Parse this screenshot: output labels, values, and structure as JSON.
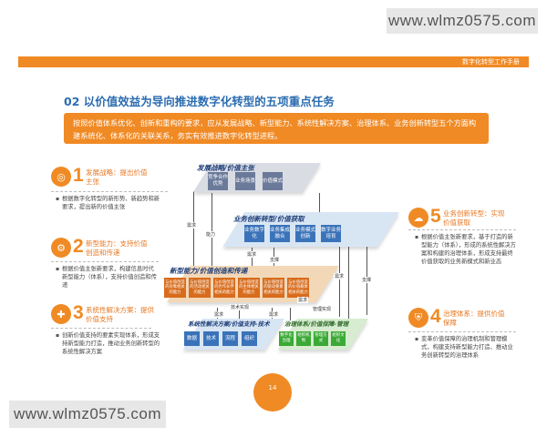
{
  "watermarks": {
    "top": "www.wlmz0575.com",
    "bottom": "www.wlmz0575.com"
  },
  "header": {
    "right_text": "数字化转型工作手册"
  },
  "section": {
    "title": "02 以价值效益为导向推进数字化转型的五项重点任务"
  },
  "intro": {
    "text": "按照价值体系优化、创新和重构的要求，应从发展战略、新型能力、系统性解决方案、治理体系、业务创新转型五个方面构建系统化、体系化的关联关系，务实有效推进数字化转型进程。"
  },
  "tasks": [
    {
      "num": "1",
      "title": "发展战略：提出价值主张",
      "desc": "根据数字化转型的新形势、新趋势和新要求，提出新的价值主张",
      "icon": "target-icon"
    },
    {
      "num": "2",
      "title": "新型能力：支持价值创造和传递",
      "desc": "根据价值主张新要求，构建信息时代新型能力（体系），支持价值创造和传递",
      "icon": "gear-icon"
    },
    {
      "num": "3",
      "title": "系统性解决方案：提供价值支持",
      "desc": "创新价值支持的要素实现体系，形成支持新型能力打造，推动业务创新转型的系统性解决方案",
      "icon": "puzzle-icon"
    },
    {
      "num": "5",
      "title": "业务创新转型：实现价值获取",
      "desc": "根据价值主张新要求，基于打造的新型能力（体系），形成的系统性解决方案和构建的治理体系，形成支持最终价值获取的业务新模式和新业态",
      "icon": "cloud-icon"
    },
    {
      "num": "4",
      "title": "治理体系：提供价值保障",
      "desc": "变革价值保障的治理机制和管理模式，构建支持新型能力打造、推动业务创新转型的治理体系",
      "icon": "shield-icon"
    }
  ],
  "diagram": {
    "strategy": {
      "title": "发展战略/价值主张",
      "boxes": [
        "竞争合作优势",
        "业务场景",
        "价值模式"
      ]
    },
    "business": {
      "title": "业务创新转型/价值获取",
      "boxes": [
        "业务数字化",
        "业务集成融合",
        "业务模式创新",
        "数字业务培育"
      ]
    },
    "capability": {
      "title": "新型能力/价值创造和传递",
      "boxes": [
        "与价值创造的对象相关的能力",
        "与价值创造的活动相关的能力",
        "与价值创造的合作伙伴相关的能力",
        "与价值创造的主体相关的能力",
        "与价值创造的驱动要素相关的能力",
        "与价值创造的价值载体相关的能力"
      ]
    },
    "solution": {
      "title": "系统性解决方案/价值支持-技术",
      "boxes": [
        "数据",
        "技术",
        "流程",
        "组织"
      ]
    },
    "governance": {
      "title": "治理体系/价值保障-管理",
      "boxes": [
        "数字化治理",
        "组织机制",
        "管理方式",
        "组织文化"
      ]
    },
    "labels": {
      "demand1": "需求",
      "ability": "能力",
      "demand2": "需求",
      "support1": "支撑",
      "demand3": "需求",
      "tech_impl": "技术实现",
      "demand4": "需求",
      "demand5": "需求",
      "mgmt_impl": "管理实现",
      "demand6": "需求",
      "support2": "支撑"
    }
  },
  "page": {
    "number": "14"
  },
  "colors": {
    "accent": "#f08a24",
    "blue": "#2b6cb0",
    "green": "#3aaa35"
  }
}
